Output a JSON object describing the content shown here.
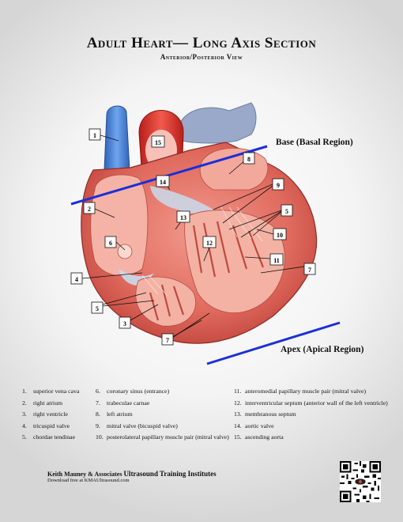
{
  "title": "Adult Heart— Long Axis Section",
  "subtitle": "Anterior/Posterior View",
  "region_labels": {
    "base": "Base (Basal Region)",
    "apex": "Apex (Apical Region)"
  },
  "callouts": [
    "1",
    "2",
    "3",
    "4",
    "5",
    "6",
    "7",
    "8",
    "9",
    "10",
    "11",
    "12",
    "13",
    "14",
    "15"
  ],
  "legend": [
    {
      "num": "1.",
      "label": "superior vena cava"
    },
    {
      "num": "2.",
      "label": "right atrium"
    },
    {
      "num": "3.",
      "label": "right ventricle"
    },
    {
      "num": "4.",
      "label": "tricuspid valve"
    },
    {
      "num": "5.",
      "label": "chordae tendinae"
    },
    {
      "num": "6.",
      "label": "coronary sinus (entrance)"
    },
    {
      "num": "7.",
      "label": "trabeculae carnae"
    },
    {
      "num": "8.",
      "label": "left atrium"
    },
    {
      "num": "9.",
      "label": "mitral valve (bicuspid valve)"
    },
    {
      "num": "10.",
      "label": "posterolateral papillary muscle pair (mitral valve)"
    },
    {
      "num": "11.",
      "label": "anteromedial papillary muscle pair (mitral valve)"
    },
    {
      "num": "12.",
      "label": "interventricular septum (anterior wall of the left ventricle)"
    },
    {
      "num": "13.",
      "label": "membranous septum"
    },
    {
      "num": "14.",
      "label": "aortic valve"
    },
    {
      "num": "15.",
      "label": "ascending aorta"
    }
  ],
  "footer": {
    "company": "Keith Mauney & Associates",
    "institute": "Ultrasound Training Institutes",
    "download": "Download free at KMAUltrasound.com"
  },
  "colors": {
    "myocardium": "#e06a5e",
    "chamber": "#f4b3a6",
    "vena_cava": "#3f7fd6",
    "aorta": "#e8342c",
    "pulmonary": "#8fa4c8",
    "divider_line": "#1c2fd8"
  },
  "icons": {
    "qr": "qr-code-icon"
  }
}
